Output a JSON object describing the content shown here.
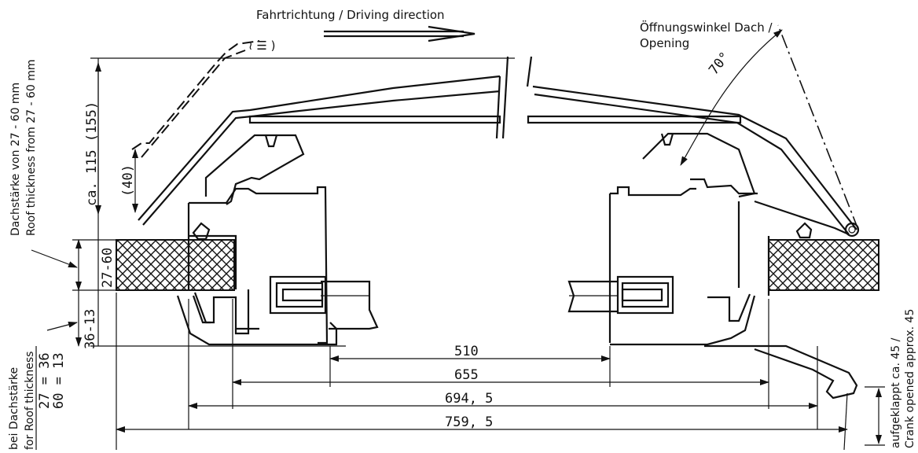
{
  "direction": {
    "label": "Fahrtrichtung / Driving direction"
  },
  "opening": {
    "line1": "Öffnungswinkel Dach  /",
    "line2": "Opening",
    "angle": "70°"
  },
  "left_labels": {
    "roof_de": "Dachstärke von 27 - 60 mm",
    "roof_en": "Roof thickness from 27 - 60 mm",
    "bei_de": "bei Dachstärke",
    "bei_en": "for Roof thickness",
    "v27": "27 = 36",
    "v60": "60 = 13"
  },
  "right_labels": {
    "de": "aufgeklappt ca. 45 /",
    "en": "Crank opened approx. 45"
  },
  "dims": {
    "height": "ca.  115  (155)",
    "gap": "(40)",
    "thickness": "27-60",
    "lower": "36-13",
    "d510": "510",
    "d655": "655",
    "d694": "694, 5",
    "d759": "759, 5"
  },
  "colors": {
    "line": "#111111",
    "background": "#ffffff"
  }
}
